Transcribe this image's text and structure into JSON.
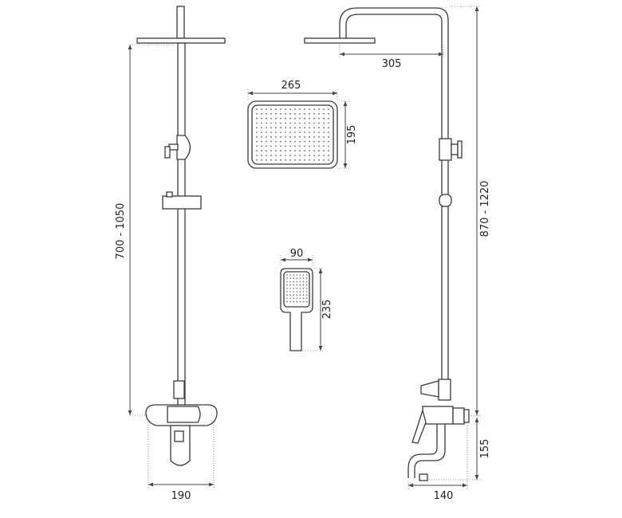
{
  "dimensions": {
    "front_height": "700 - 1050",
    "front_width": "190",
    "side_height": "870 - 1220",
    "side_arm": "305",
    "side_width": "140",
    "side_spout": "155",
    "head_width": "265",
    "head_depth": "195",
    "hand_width": "90",
    "hand_length": "235"
  }
}
